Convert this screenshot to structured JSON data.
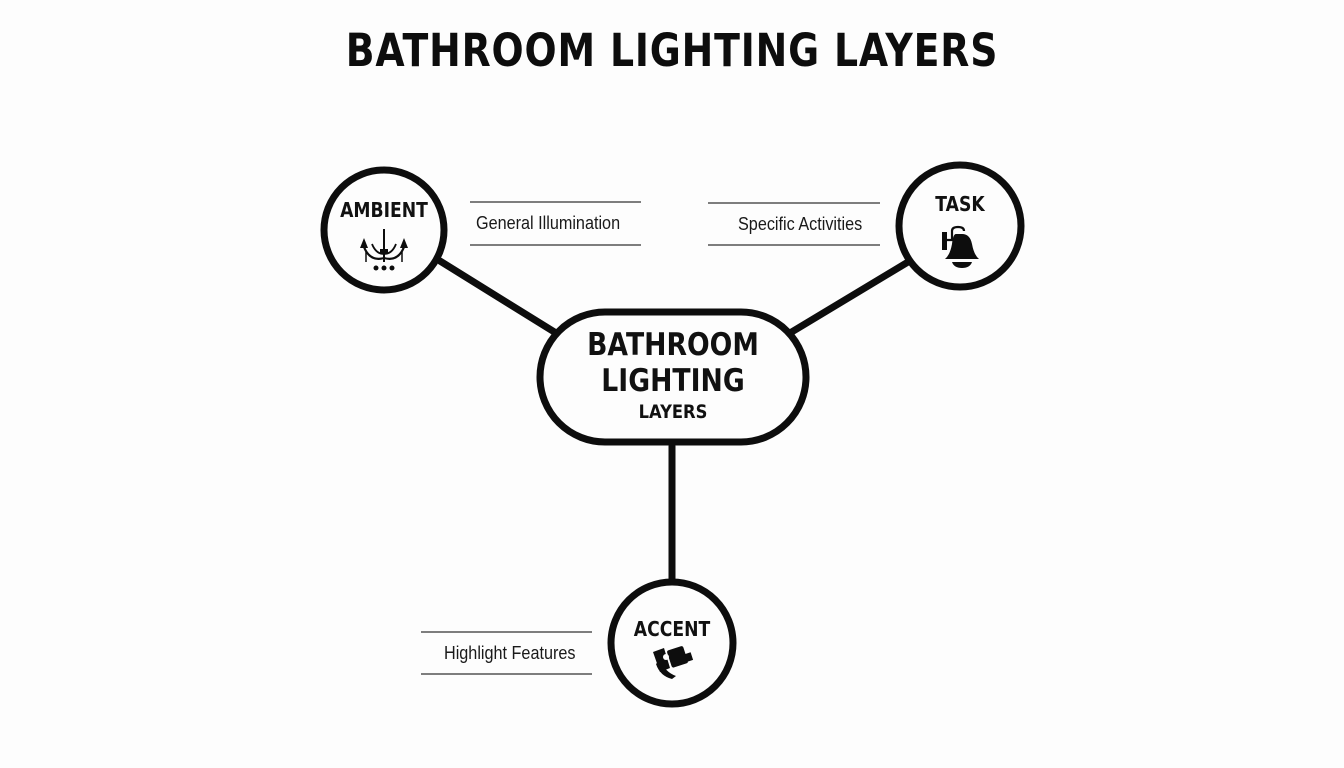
{
  "title": "BATHROOM LIGHTING LAYERS",
  "center": {
    "line1": "BATHROOM",
    "line2": "LIGHTING",
    "line3": "LAYERS"
  },
  "nodes": [
    {
      "id": "ambient",
      "label": "AMBIENT",
      "description": "General Illumination",
      "icon": "chandelier-icon"
    },
    {
      "id": "task",
      "label": "TASK",
      "description": "Specific Activities",
      "icon": "wall-sconce-icon"
    },
    {
      "id": "accent",
      "label": "ACCENT",
      "description": "Highlight Features",
      "icon": "spotlight-icon"
    }
  ],
  "colors": {
    "stroke": "#0d0d0d",
    "background": "#fdfdfd",
    "rule": "#555555"
  }
}
